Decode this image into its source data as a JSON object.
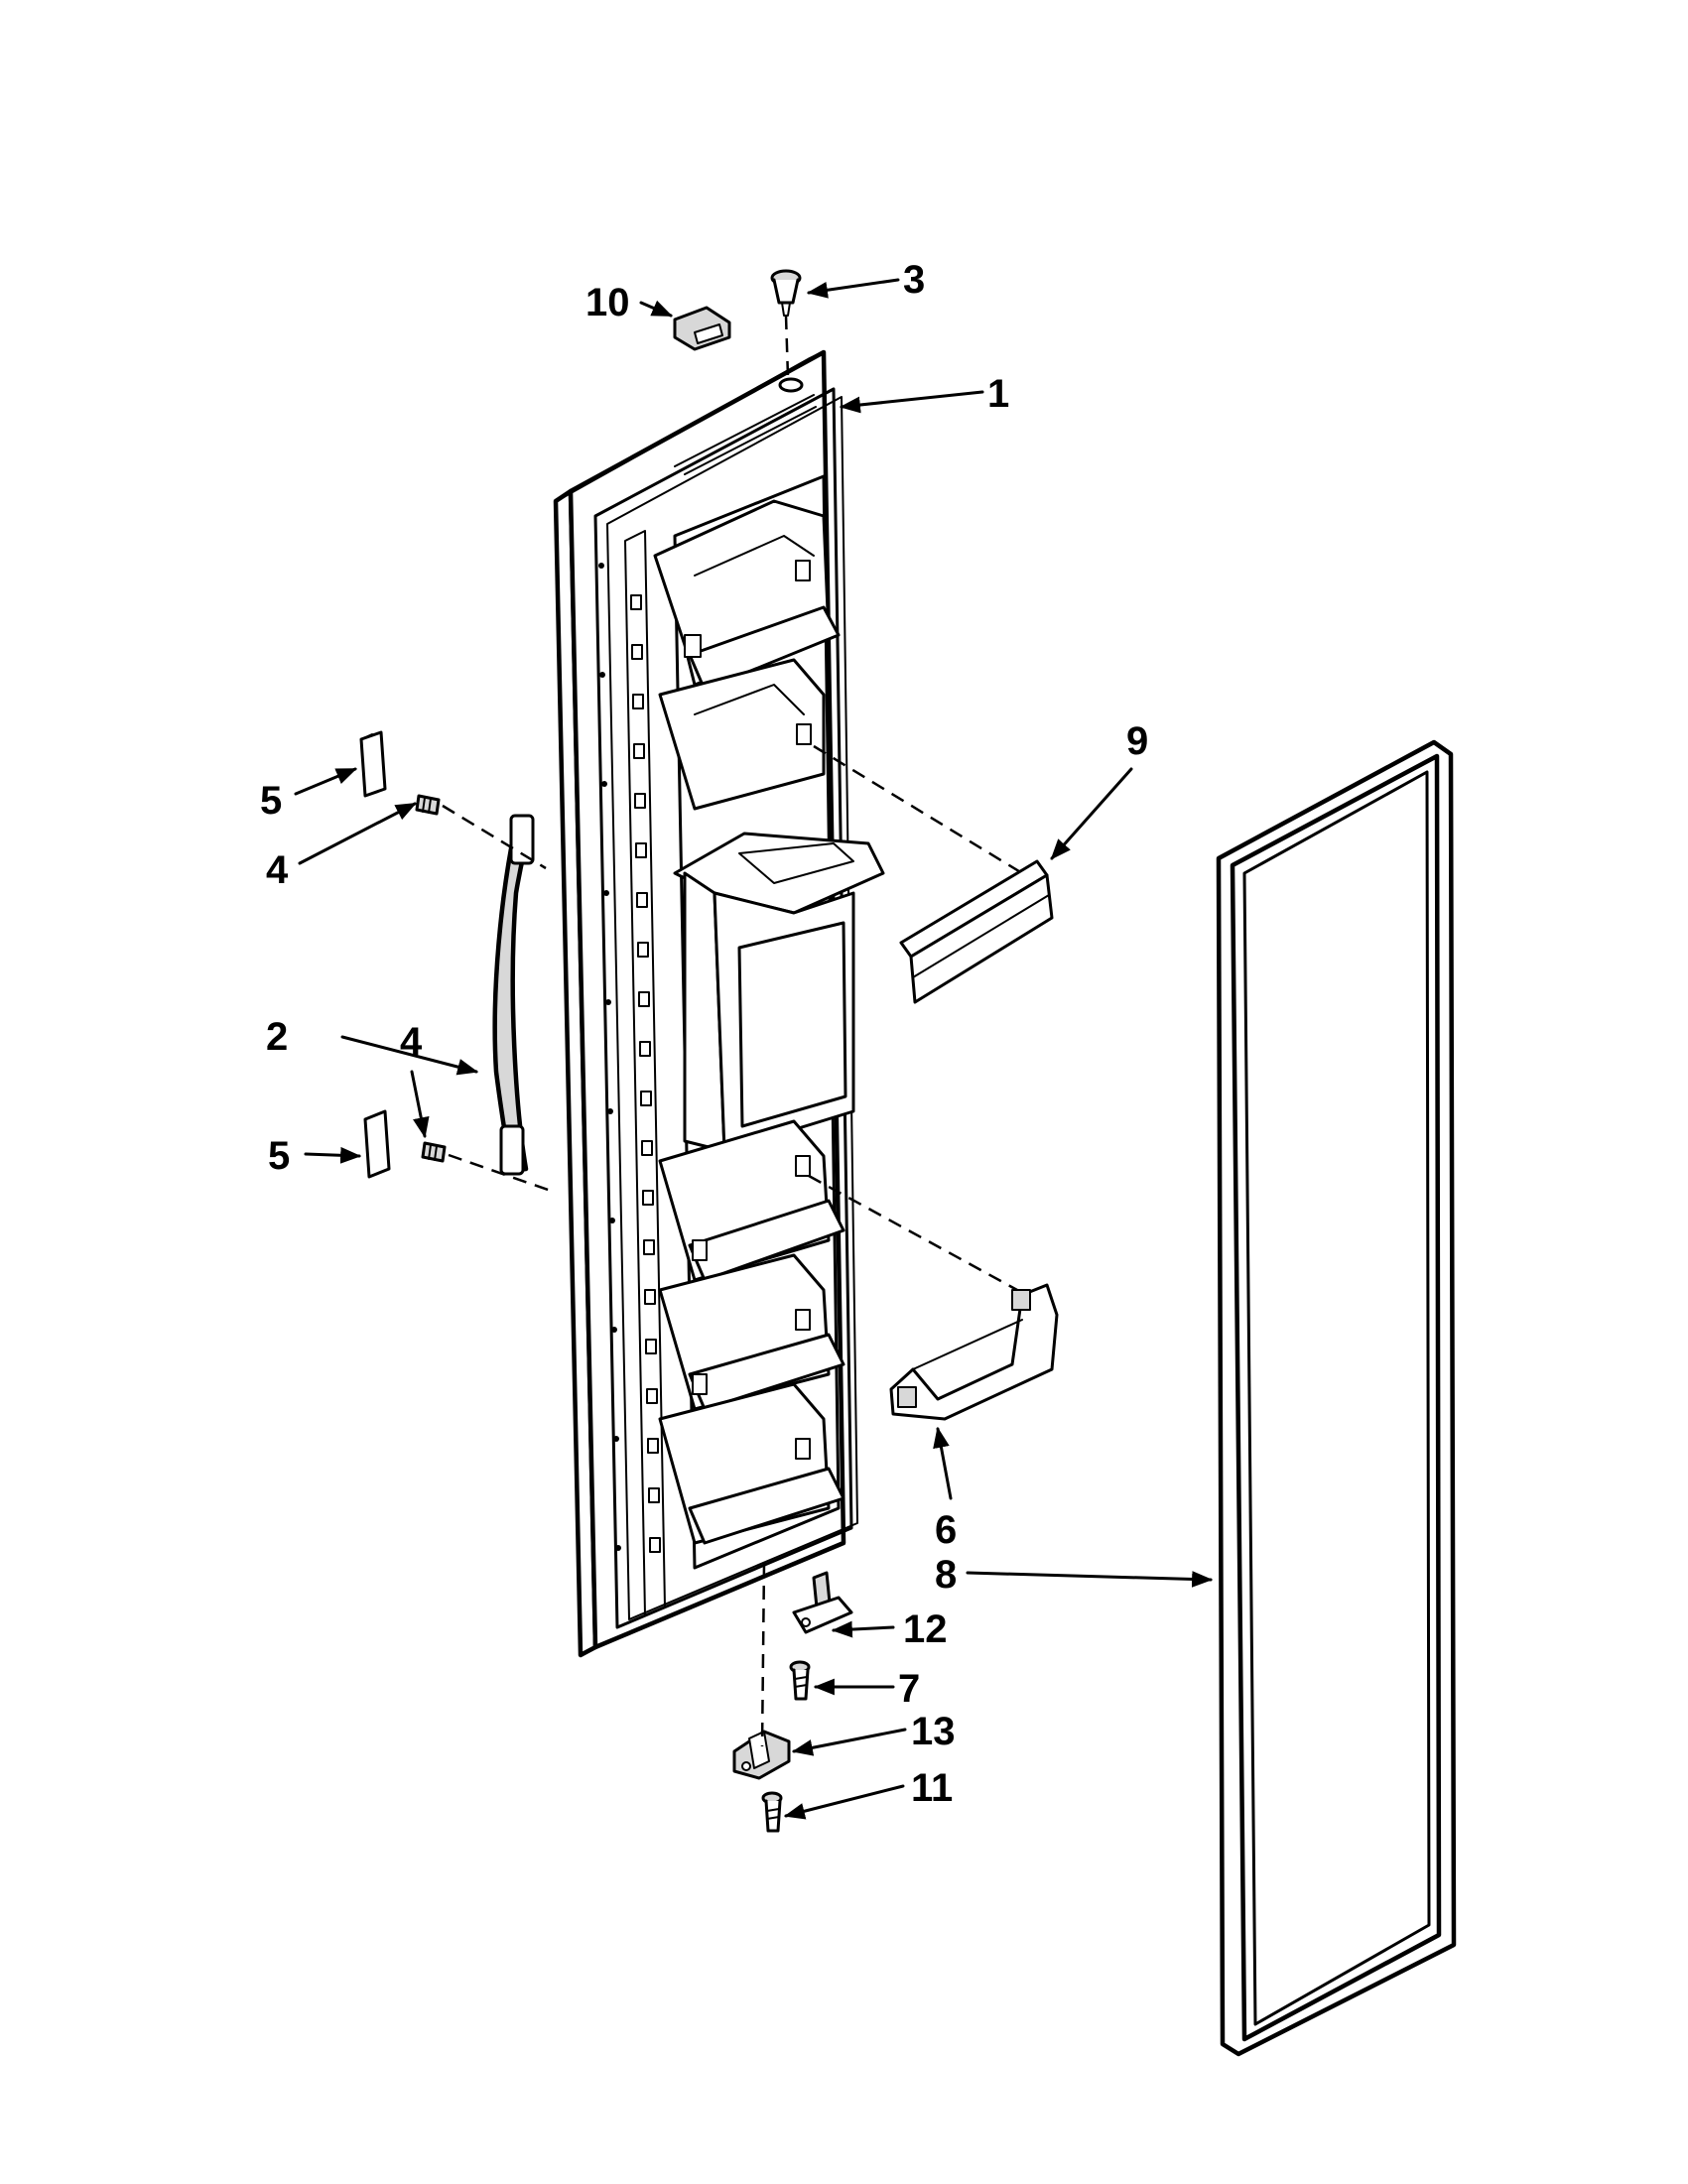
{
  "colors": {
    "line": "#000000",
    "background": "#ffffff",
    "shade": "#d8d8d8"
  },
  "callouts": {
    "c1": "1",
    "c2": "2",
    "c3": "3",
    "c4a": "4",
    "c4b": "4",
    "c5a": "5",
    "c5b": "5",
    "c6": "6",
    "c7": "7",
    "c8": "8",
    "c9": "9",
    "c10": "10",
    "c11": "11",
    "c12": "12",
    "c13": "13"
  }
}
